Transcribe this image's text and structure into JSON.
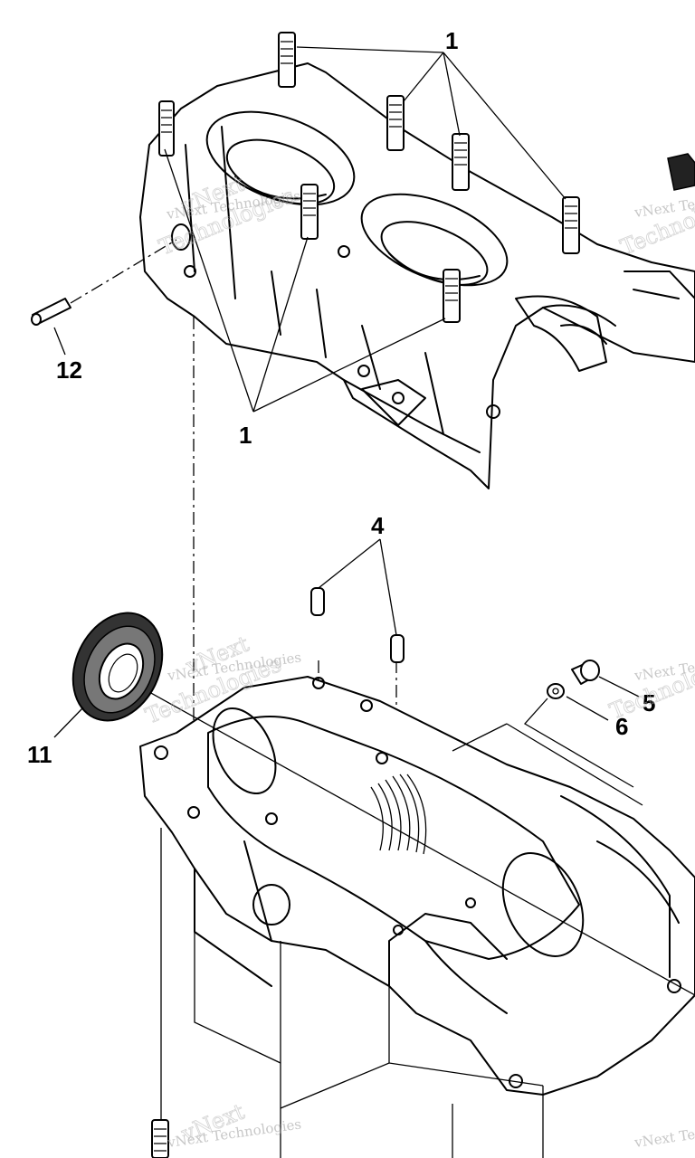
{
  "callouts": [
    {
      "id": "c1a",
      "text": "1"
    },
    {
      "id": "c1b",
      "text": "1"
    },
    {
      "id": "c4",
      "text": "4"
    },
    {
      "id": "c5",
      "text": "5"
    },
    {
      "id": "c6",
      "text": "6"
    },
    {
      "id": "c11",
      "text": "11"
    },
    {
      "id": "c12",
      "text": "12"
    }
  ],
  "watermark": {
    "line1": "vNext",
    "line2": "Technologies",
    "full": "vNext Technologies"
  }
}
